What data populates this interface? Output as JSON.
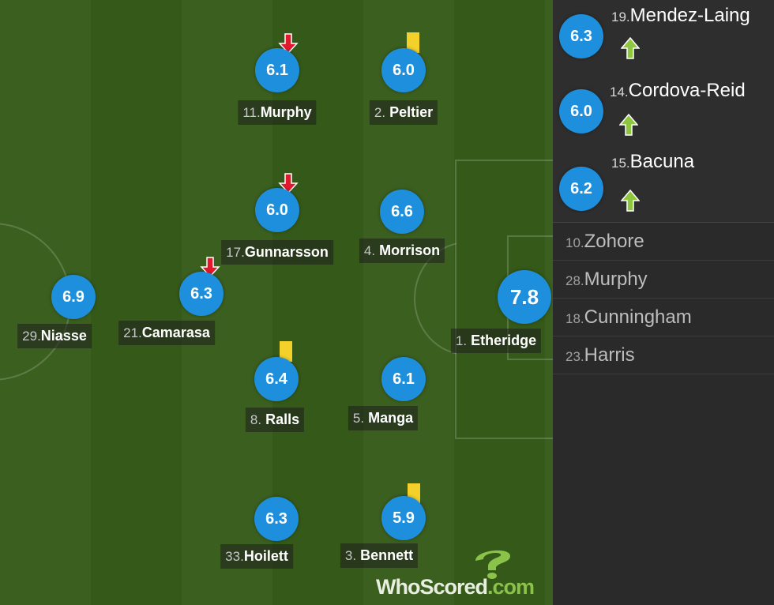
{
  "colors": {
    "rating_bubble": "#1e8fdc",
    "sub_off_arrow": "#e0192c",
    "sub_on_arrow": "#8ec63f",
    "yellow_card": "#f4d12a",
    "sidebar_bg": "#2a2a2a"
  },
  "pitch": {
    "players": [
      {
        "number": "11.",
        "name": "Murphy",
        "rating": "6.1",
        "event": "sub-off-arrow"
      },
      {
        "number": "2.",
        "name": "Peltier",
        "rating": "6.0",
        "event": "yellow-card"
      },
      {
        "number": "17.",
        "name": "Gunnarsson",
        "rating": "6.0",
        "event": "sub-off-arrow"
      },
      {
        "number": "4.",
        "name": "Morrison",
        "rating": "6.6",
        "event": ""
      },
      {
        "number": "29.",
        "name": "Niasse",
        "rating": "6.9",
        "event": ""
      },
      {
        "number": "21.",
        "name": "Camarasa",
        "rating": "6.3",
        "event": "sub-off-arrow"
      },
      {
        "number": "1.",
        "name": "Etheridge",
        "rating": "7.8",
        "event": ""
      },
      {
        "number": "8.",
        "name": "Ralls",
        "rating": "6.4",
        "event": "yellow-card"
      },
      {
        "number": "5.",
        "name": "Manga",
        "rating": "6.1",
        "event": ""
      },
      {
        "number": "33.",
        "name": "Hoilett",
        "rating": "6.3",
        "event": ""
      },
      {
        "number": "3.",
        "name": "Bennett",
        "rating": "5.9",
        "event": "yellow-card"
      }
    ]
  },
  "logo": {
    "brand": "WhoScored",
    "suffix": ".com"
  },
  "sidebar": {
    "subs_used": [
      {
        "number": "19.",
        "name": "Mendez-Laing",
        "rating": "6.3",
        "icon": "sub-on-arrow-icon"
      },
      {
        "number": "14.",
        "name": "Cordova-Reid",
        "rating": "6.0",
        "icon": "sub-on-arrow-icon"
      },
      {
        "number": "15.",
        "name": "Bacuna",
        "rating": "6.2",
        "icon": "sub-on-arrow-icon"
      }
    ],
    "bench": [
      {
        "number": "10.",
        "name": "Zohore"
      },
      {
        "number": "28.",
        "name": "Murphy"
      },
      {
        "number": "18.",
        "name": "Cunningham"
      },
      {
        "number": "23.",
        "name": "Harris"
      }
    ]
  }
}
